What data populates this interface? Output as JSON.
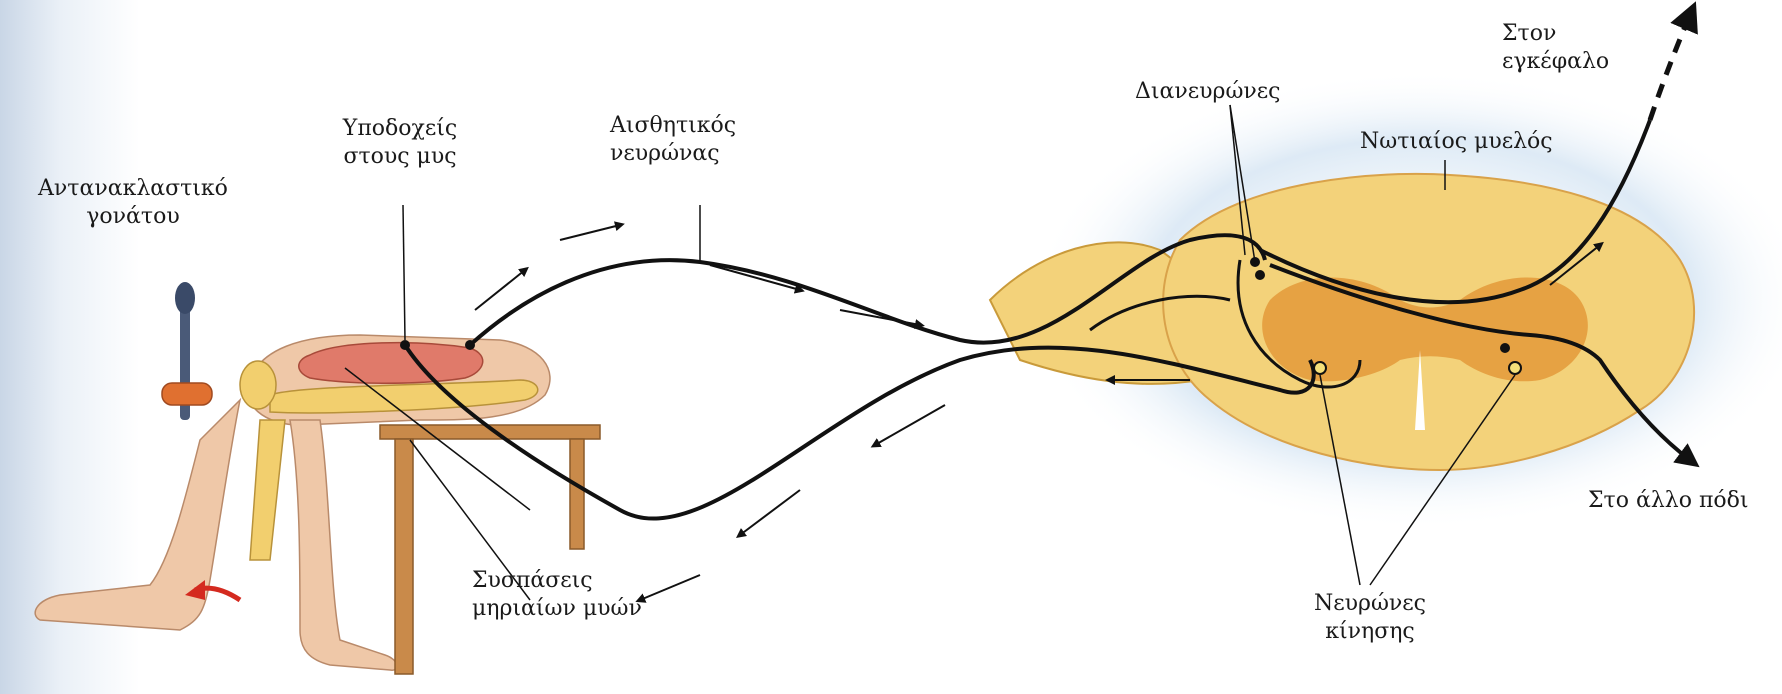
{
  "labels": {
    "knee_reflex": [
      "Αντανακλαστικό",
      "γονάτου"
    ],
    "muscle_receptors": [
      "Υποδοχείς",
      "στους μυς"
    ],
    "sensory_neuron": [
      "Αισθητικός",
      "νευρώνας"
    ],
    "muscle_contractions": [
      "Συσπάσεις",
      "μηριαίων μυών"
    ],
    "interneurons": "Διανευρώνες",
    "to_brain": [
      "Στον",
      "εγκέφαλο"
    ],
    "spinal_cord": "Νωτιαίος μυελός",
    "other_leg": "Στο άλλο πόδι",
    "motor_neurons": [
      "Νευρώνες",
      "κίνησης"
    ]
  },
  "colors": {
    "nerve": "#111111",
    "cord_outer": "#f3d27a",
    "cord_inner": "#e39a3a",
    "cord_glow": "#c7dcef",
    "muscle": "#e07a6a",
    "bone": "#f2cf6e",
    "skin": "#efc8a8",
    "arrow_red": "#d42a1f",
    "table": "#c98a4a"
  },
  "icons": [
    "reflex-hammer-icon",
    "kick-arrow-icon"
  ]
}
